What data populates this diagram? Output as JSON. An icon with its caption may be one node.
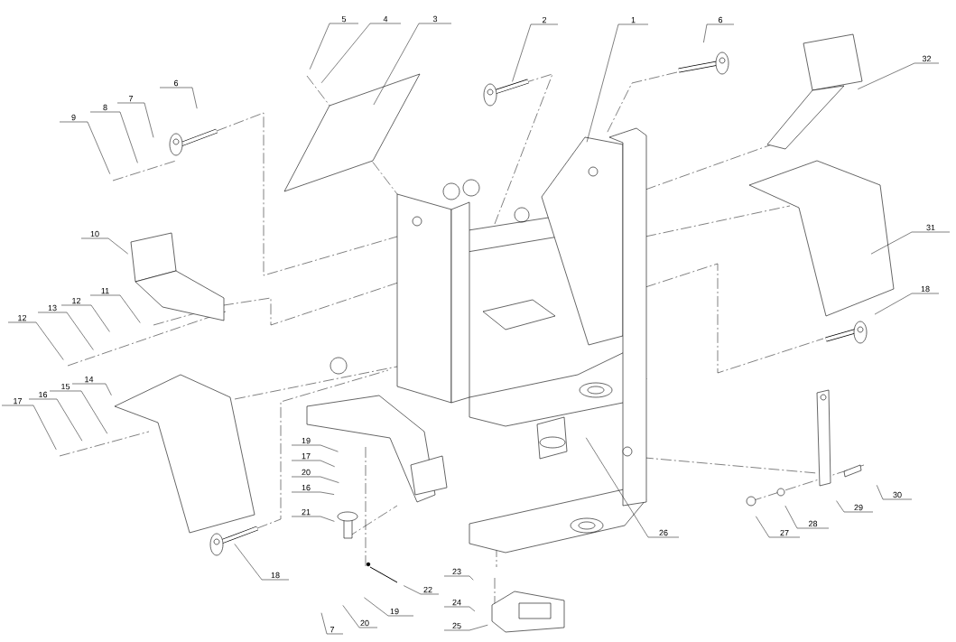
{
  "diagram": {
    "nodes": [
      {
        "text": [
          "1"
        ]
      },
      {
        "text": [
          "2"
        ]
      },
      {
        "text": [
          "3"
        ]
      },
      {
        "text": [
          "4"
        ]
      },
      {
        "text": [
          "5"
        ]
      },
      {
        "text": [
          "6"
        ]
      },
      {
        "text": [
          "7"
        ]
      },
      {
        "text": [
          "8"
        ]
      },
      {
        "text": [
          "9"
        ]
      },
      {
        "text": [
          "6"
        ]
      },
      {
        "text": [
          "32"
        ]
      },
      {
        "text": [
          "10"
        ]
      },
      {
        "text": [
          "11"
        ]
      },
      {
        "text": [
          "12"
        ]
      },
      {
        "text": [
          "13"
        ]
      },
      {
        "text": [
          "12"
        ]
      },
      {
        "text": [
          "14"
        ]
      },
      {
        "text": [
          "15"
        ]
      },
      {
        "text": [
          "16"
        ]
      },
      {
        "text": [
          "17"
        ]
      },
      {
        "text": [
          "19"
        ]
      },
      {
        "text": [
          "17"
        ]
      },
      {
        "text": [
          "20"
        ]
      },
      {
        "text": [
          "16"
        ]
      },
      {
        "text": [
          "21"
        ]
      },
      {
        "text": [
          "18"
        ]
      },
      {
        "text": [
          "23"
        ]
      },
      {
        "text": [
          "22"
        ]
      },
      {
        "text": [
          "24"
        ]
      },
      {
        "text": [
          "19"
        ]
      },
      {
        "text": [
          "20"
        ]
      },
      {
        "text": [
          "7"
        ]
      },
      {
        "text": [
          "25"
        ]
      },
      {
        "text": [
          "26"
        ]
      },
      {
        "text": [
          "27"
        ]
      },
      {
        "text": [
          "28"
        ]
      },
      {
        "text": [
          "29"
        ]
      },
      {
        "text": [
          "30"
        ]
      },
      {
        "text": [
          "31"
        ]
      },
      {
        "text": [
          "18"
        ]
      }
    ],
    "edges": [
      {
        "from": 0,
        "to": null,
        "arrow": "none"
      },
      {
        "from": 1,
        "to": null,
        "arrow": "none"
      },
      {
        "from": 2,
        "to": null,
        "arrow": "none"
      },
      {
        "from": 3,
        "to": null,
        "arrow": "none"
      },
      {
        "from": 4,
        "to": null,
        "arrow": "none"
      },
      {
        "from": 5,
        "to": null,
        "arrow": "none"
      },
      {
        "from": 6,
        "to": null,
        "arrow": "none"
      },
      {
        "from": 7,
        "to": null,
        "arrow": "none"
      },
      {
        "from": 8,
        "to": null,
        "arrow": "none"
      },
      {
        "from": 9,
        "to": null,
        "arrow": "none"
      },
      {
        "from": 10,
        "to": null,
        "arrow": "none"
      },
      {
        "from": 11,
        "to": null,
        "arrow": "none"
      },
      {
        "from": 12,
        "to": null,
        "arrow": "none"
      },
      {
        "from": 13,
        "to": null,
        "arrow": "none"
      },
      {
        "from": 14,
        "to": null,
        "arrow": "none"
      },
      {
        "from": 15,
        "to": null,
        "arrow": "none"
      },
      {
        "from": 16,
        "to": null,
        "arrow": "none"
      },
      {
        "from": 17,
        "to": null,
        "arrow": "none"
      },
      {
        "from": 18,
        "to": null,
        "arrow": "none"
      },
      {
        "from": 19,
        "to": null,
        "arrow": "none"
      },
      {
        "from": 20,
        "to": null,
        "arrow": "none"
      },
      {
        "from": 21,
        "to": null,
        "arrow": "none"
      },
      {
        "from": 22,
        "to": null,
        "arrow": "none"
      },
      {
        "from": 23,
        "to": null,
        "arrow": "none"
      },
      {
        "from": 24,
        "to": null,
        "arrow": "none"
      },
      {
        "from": 25,
        "to": null,
        "arrow": "none"
      },
      {
        "from": 26,
        "to": null,
        "arrow": "none"
      },
      {
        "from": 27,
        "to": null,
        "arrow": "none"
      },
      {
        "from": 28,
        "to": null,
        "arrow": "none"
      },
      {
        "from": 29,
        "to": null,
        "arrow": "none"
      },
      {
        "from": 30,
        "to": null,
        "arrow": "none"
      },
      {
        "from": 31,
        "to": null,
        "arrow": "none"
      },
      {
        "from": 32,
        "to": null,
        "arrow": "none"
      },
      {
        "from": 33,
        "to": null,
        "arrow": "none"
      },
      {
        "from": 34,
        "to": null,
        "arrow": "none"
      },
      {
        "from": 35,
        "to": null,
        "arrow": "none"
      },
      {
        "from": 36,
        "to": null,
        "arrow": "none"
      },
      {
        "from": 37,
        "to": null,
        "arrow": "none"
      },
      {
        "from": 38,
        "to": null,
        "arrow": "none"
      },
      {
        "from": 39,
        "to": null,
        "arrow": "none"
      }
    ]
  }
}
